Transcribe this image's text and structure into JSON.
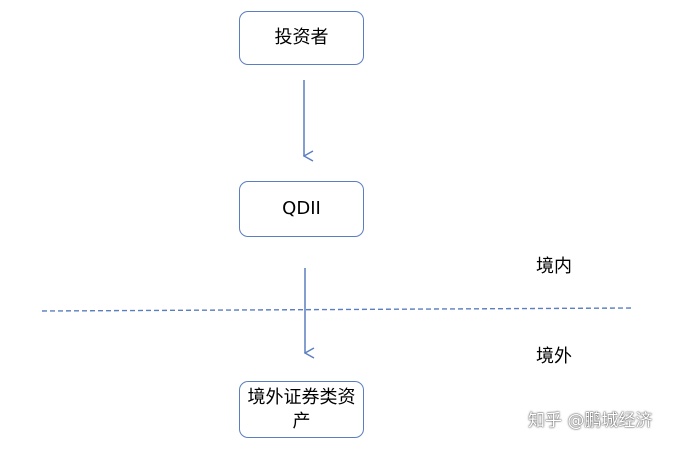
{
  "nodes": {
    "investor": "投资者",
    "qdii": "QDII",
    "assets": "境外证券类资产"
  },
  "regions": {
    "domestic": "境内",
    "overseas": "境外"
  },
  "watermark": "知乎 @鹏城经济",
  "colors": {
    "node_border": "#5a7ec0",
    "arrow": "#5a7ec0",
    "boundary_line": "#5a7ec0"
  }
}
